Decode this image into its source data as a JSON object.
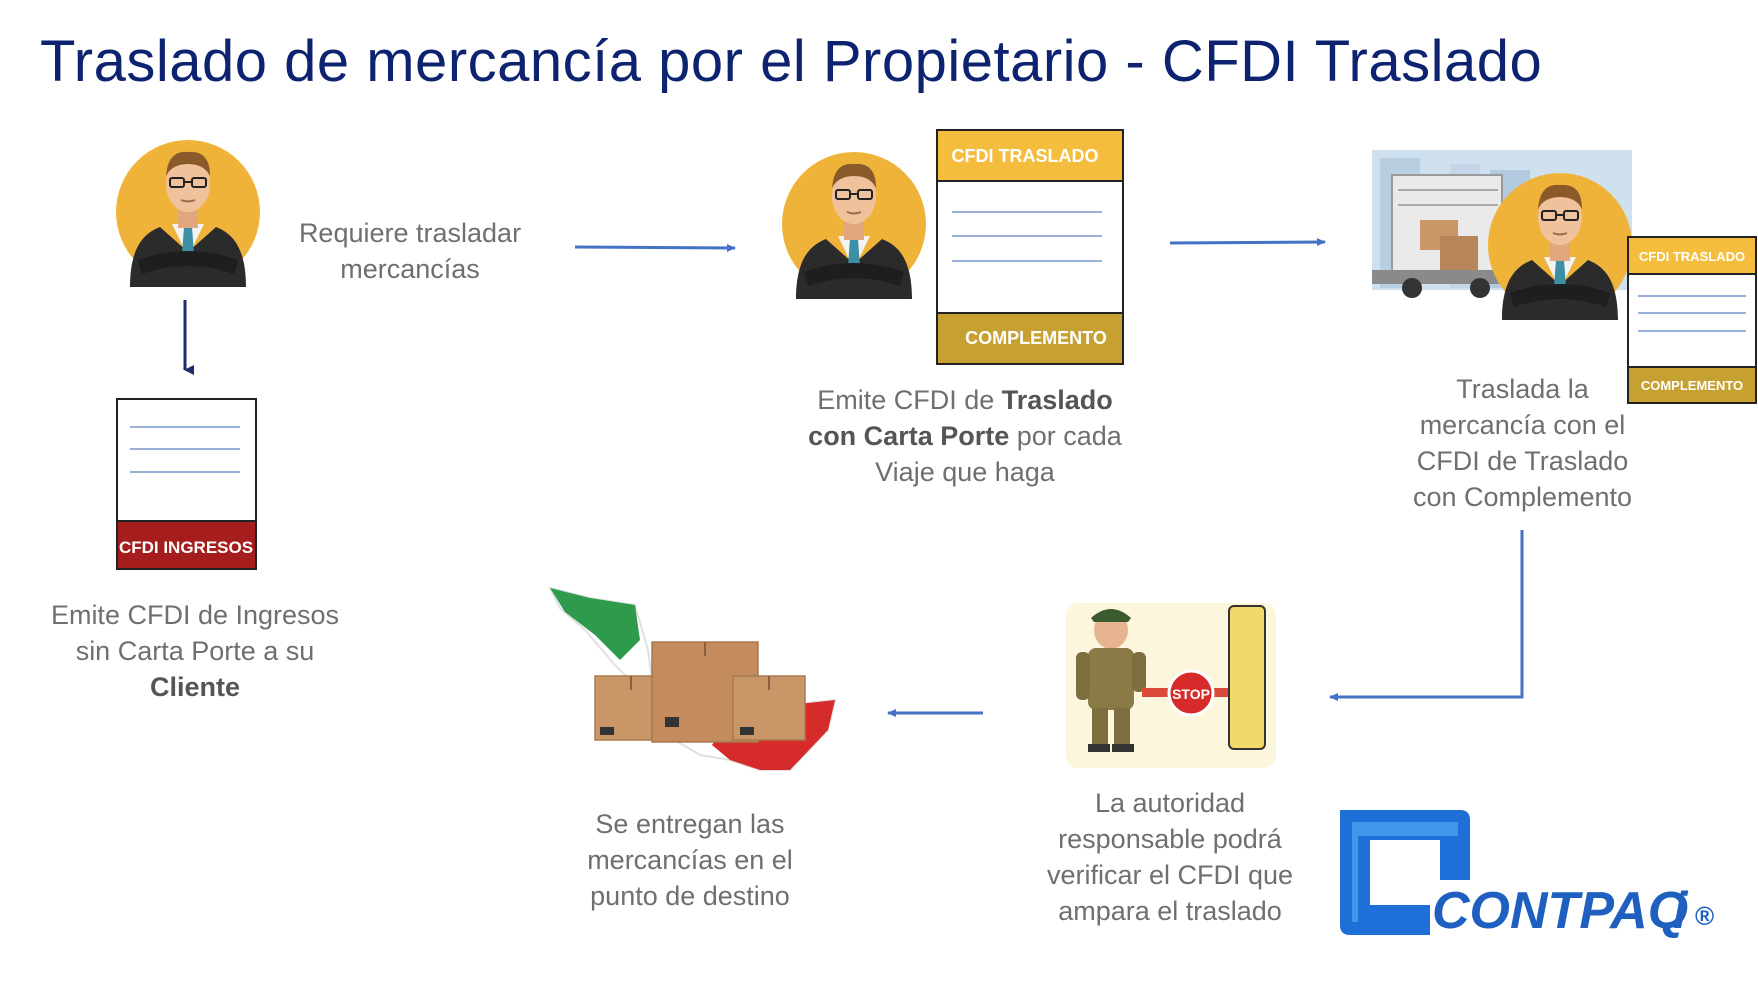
{
  "title": "Traslado de mercancía por el Propietario - CFDI Traslado",
  "steps": {
    "requires": {
      "line1": "Requiere trasladar",
      "line2": "mercancías"
    },
    "ingresos": {
      "doc_label": "CFDI INGRESOS",
      "line1": "Emite CFDI de Ingresos",
      "line2": "sin Carta Porte a su",
      "line3": "Cliente"
    },
    "emite": {
      "doc_top": "CFDI TRASLADO",
      "doc_bottom": "COMPLEMENTO",
      "pre": "Emite CFDI de ",
      "bold1": "Traslado",
      "bold2": "con Carta Porte",
      "post": " por cada",
      "line3": "Viaje que haga"
    },
    "traslada": {
      "doc_top": "CFDI TRASLADO",
      "doc_bottom": "COMPLEMENTO",
      "line1": "Traslada la",
      "line2": "mercancía con el",
      "line3": "CFDI de Traslado",
      "line4": "con Complemento"
    },
    "autoridad": {
      "sign": "STOP",
      "line1": "La autoridad",
      "line2": "responsable podrá",
      "line3": "verificar el CFDI que",
      "line4": "ampara el traslado"
    },
    "entrega": {
      "line1": "Se entregan las",
      "line2": "mercancías en el",
      "line3": "punto de destino"
    }
  },
  "logo": {
    "text": "CONTPAQ",
    "suffix": "i",
    "mark": "®"
  },
  "colors": {
    "title": "#0e2370",
    "arrow": "#4472c4",
    "arrow_dark": "#1f2a6b",
    "doc_yellow": "#f5bd3d",
    "doc_gold": "#c6a131",
    "doc_red": "#a51d1d",
    "avatar_circle": "#f0b33a",
    "logo_blue": "#1f6fd8"
  }
}
